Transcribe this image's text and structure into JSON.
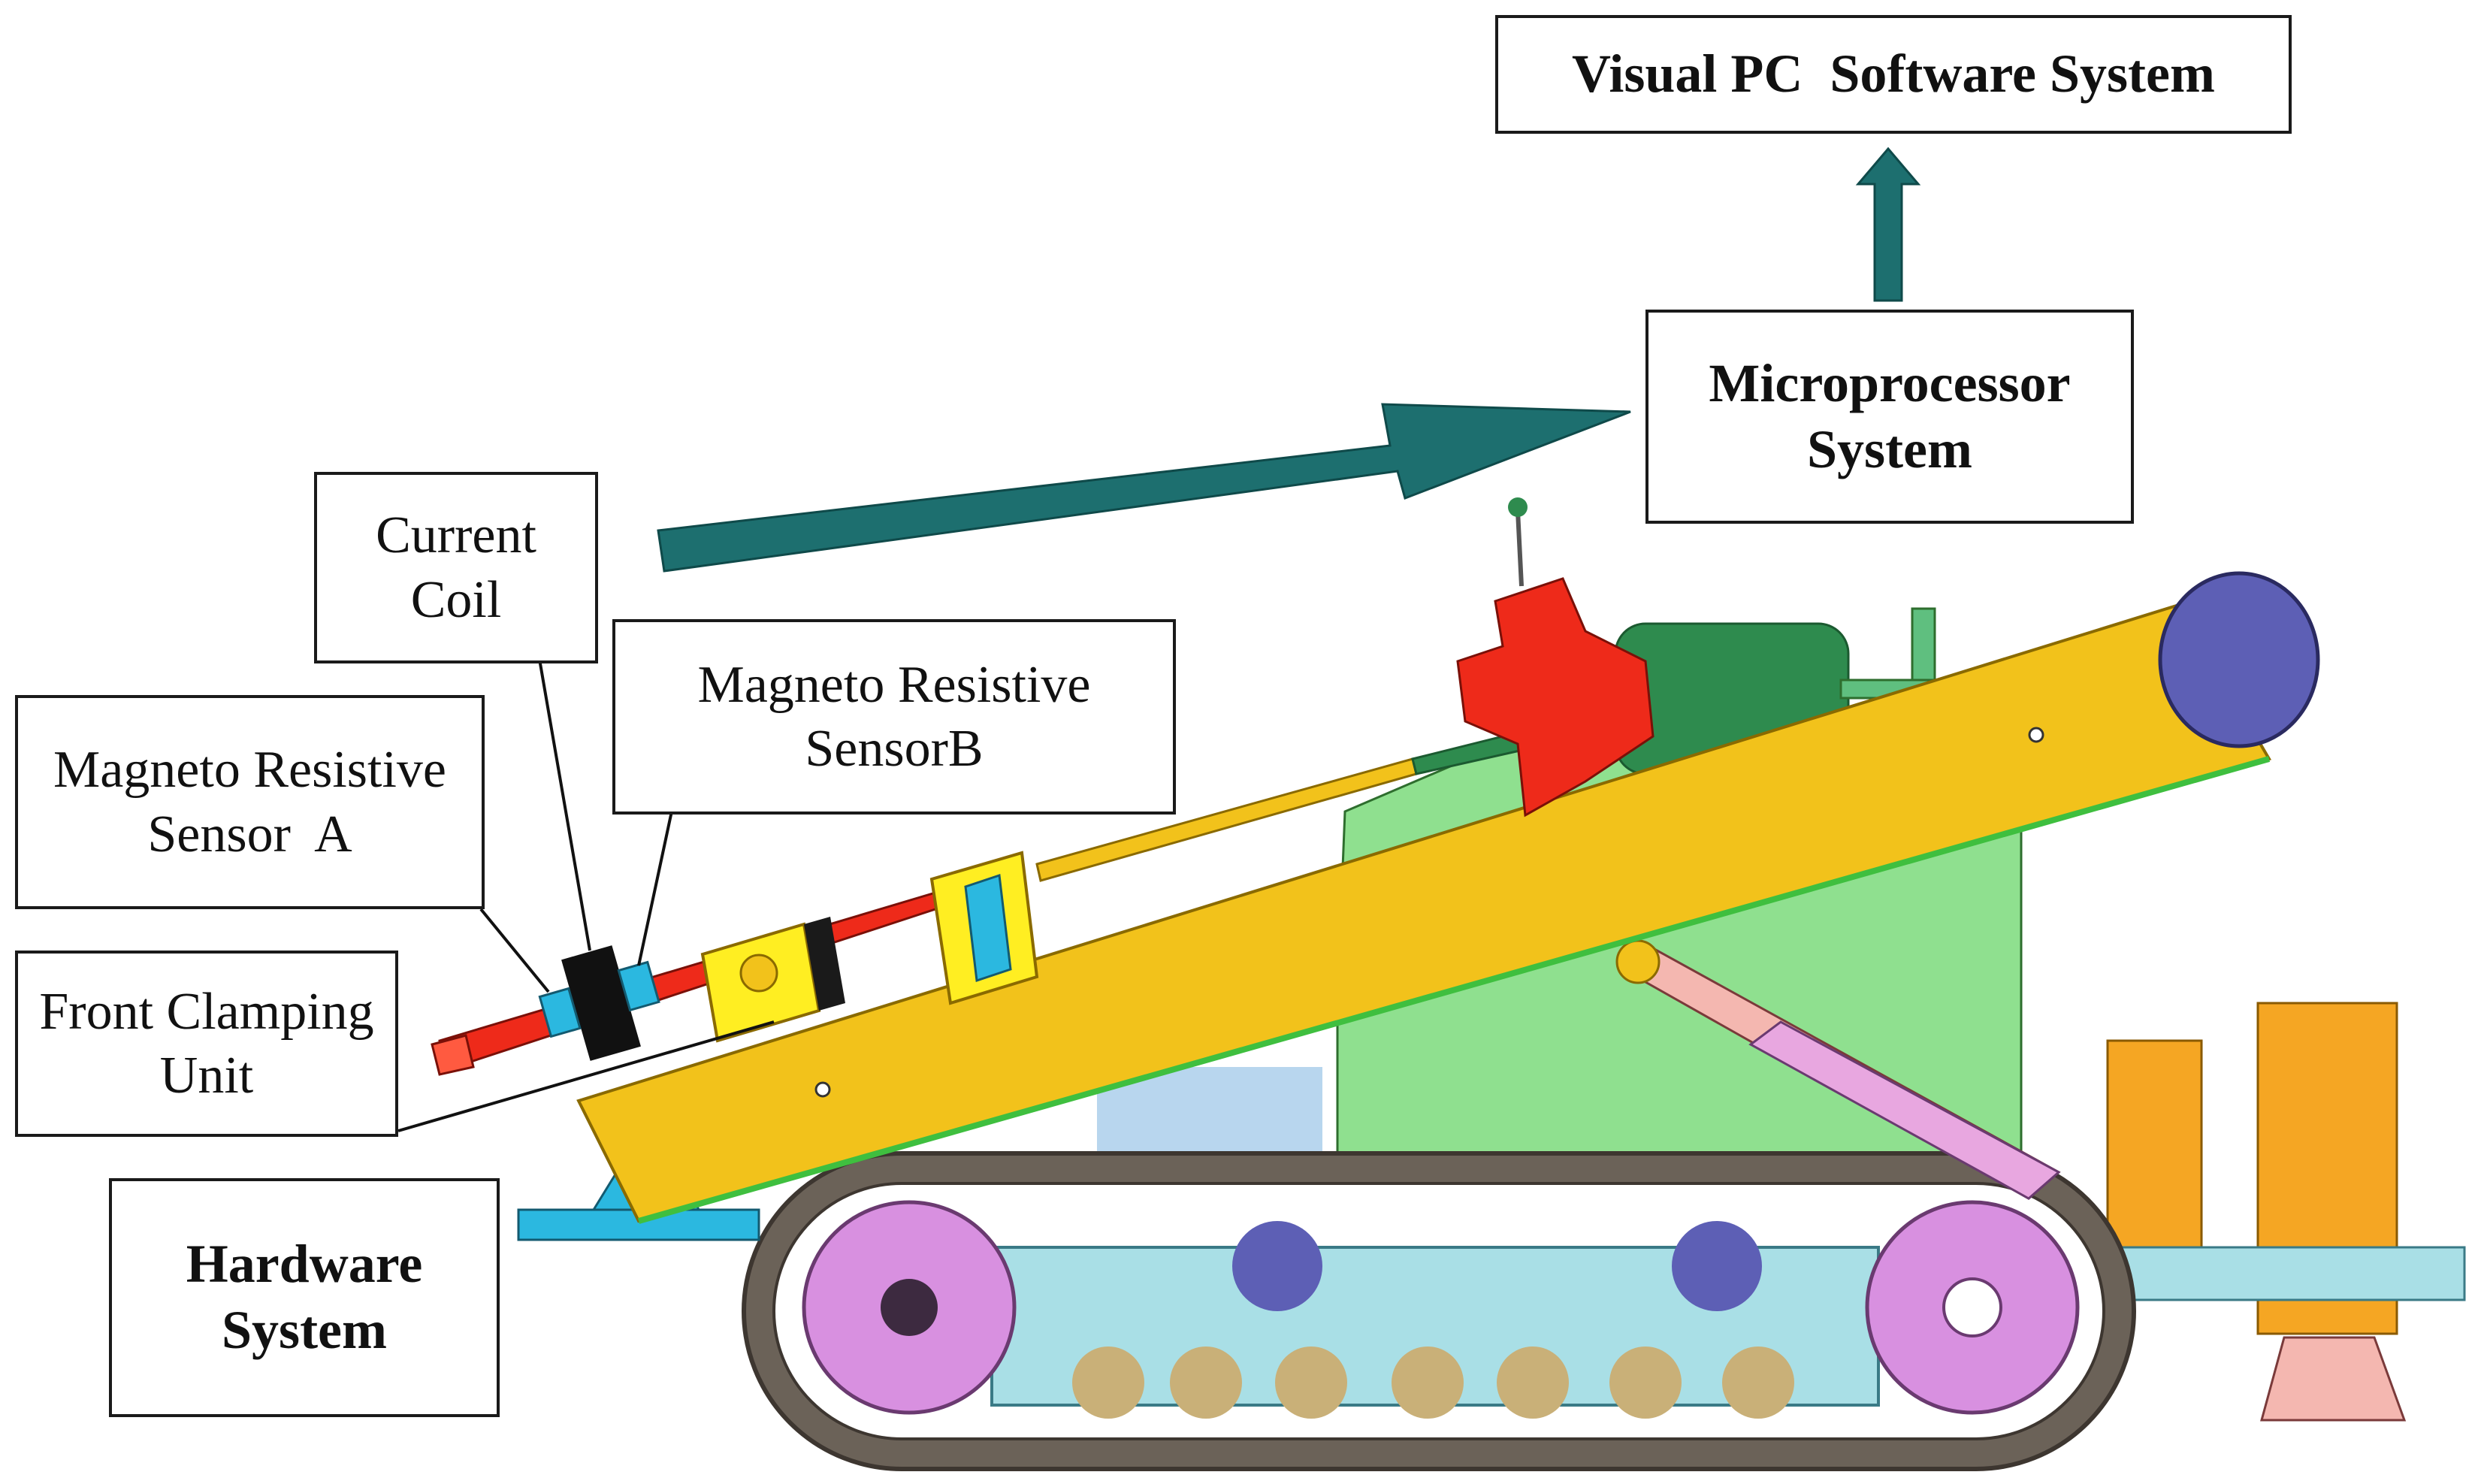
{
  "labels": {
    "visual_pc": {
      "lines": [
        "Visual PC  Software System"
      ]
    },
    "microprocessor": {
      "lines": [
        "Microprocessor",
        "System"
      ]
    },
    "current_coil": {
      "lines": [
        "Current",
        "Coil"
      ]
    },
    "sensor_b": {
      "lines": [
        "Magneto Resistive",
        "SensorB"
      ]
    },
    "sensor_a": {
      "lines": [
        "Magneto Resistive",
        "Sensor  A"
      ]
    },
    "front_clamping": {
      "lines": [
        "Front Clamping",
        "Unit"
      ]
    },
    "hardware": {
      "lines": [
        "Hardware",
        "System"
      ]
    }
  },
  "colors": {
    "arrow_teal": "#1d6f6f",
    "beam_yellow": "#f2c21b",
    "tank_green": "#8fe08f",
    "motor_green": "#2e8b4e",
    "red_part": "#ee2a1a",
    "track_gray": "#6b6258",
    "frame_lightblue": "#a9dfe6",
    "wheel_pink": "#d890e0",
    "roller_tan": "#c9b078",
    "roller_purple": "#5d5fb5",
    "clamp_yellow": "#ffee22",
    "sensor_blue": "#2bb8e0",
    "support_orange": "#f5a623",
    "cylinder_pink": "#e8a7e0"
  }
}
